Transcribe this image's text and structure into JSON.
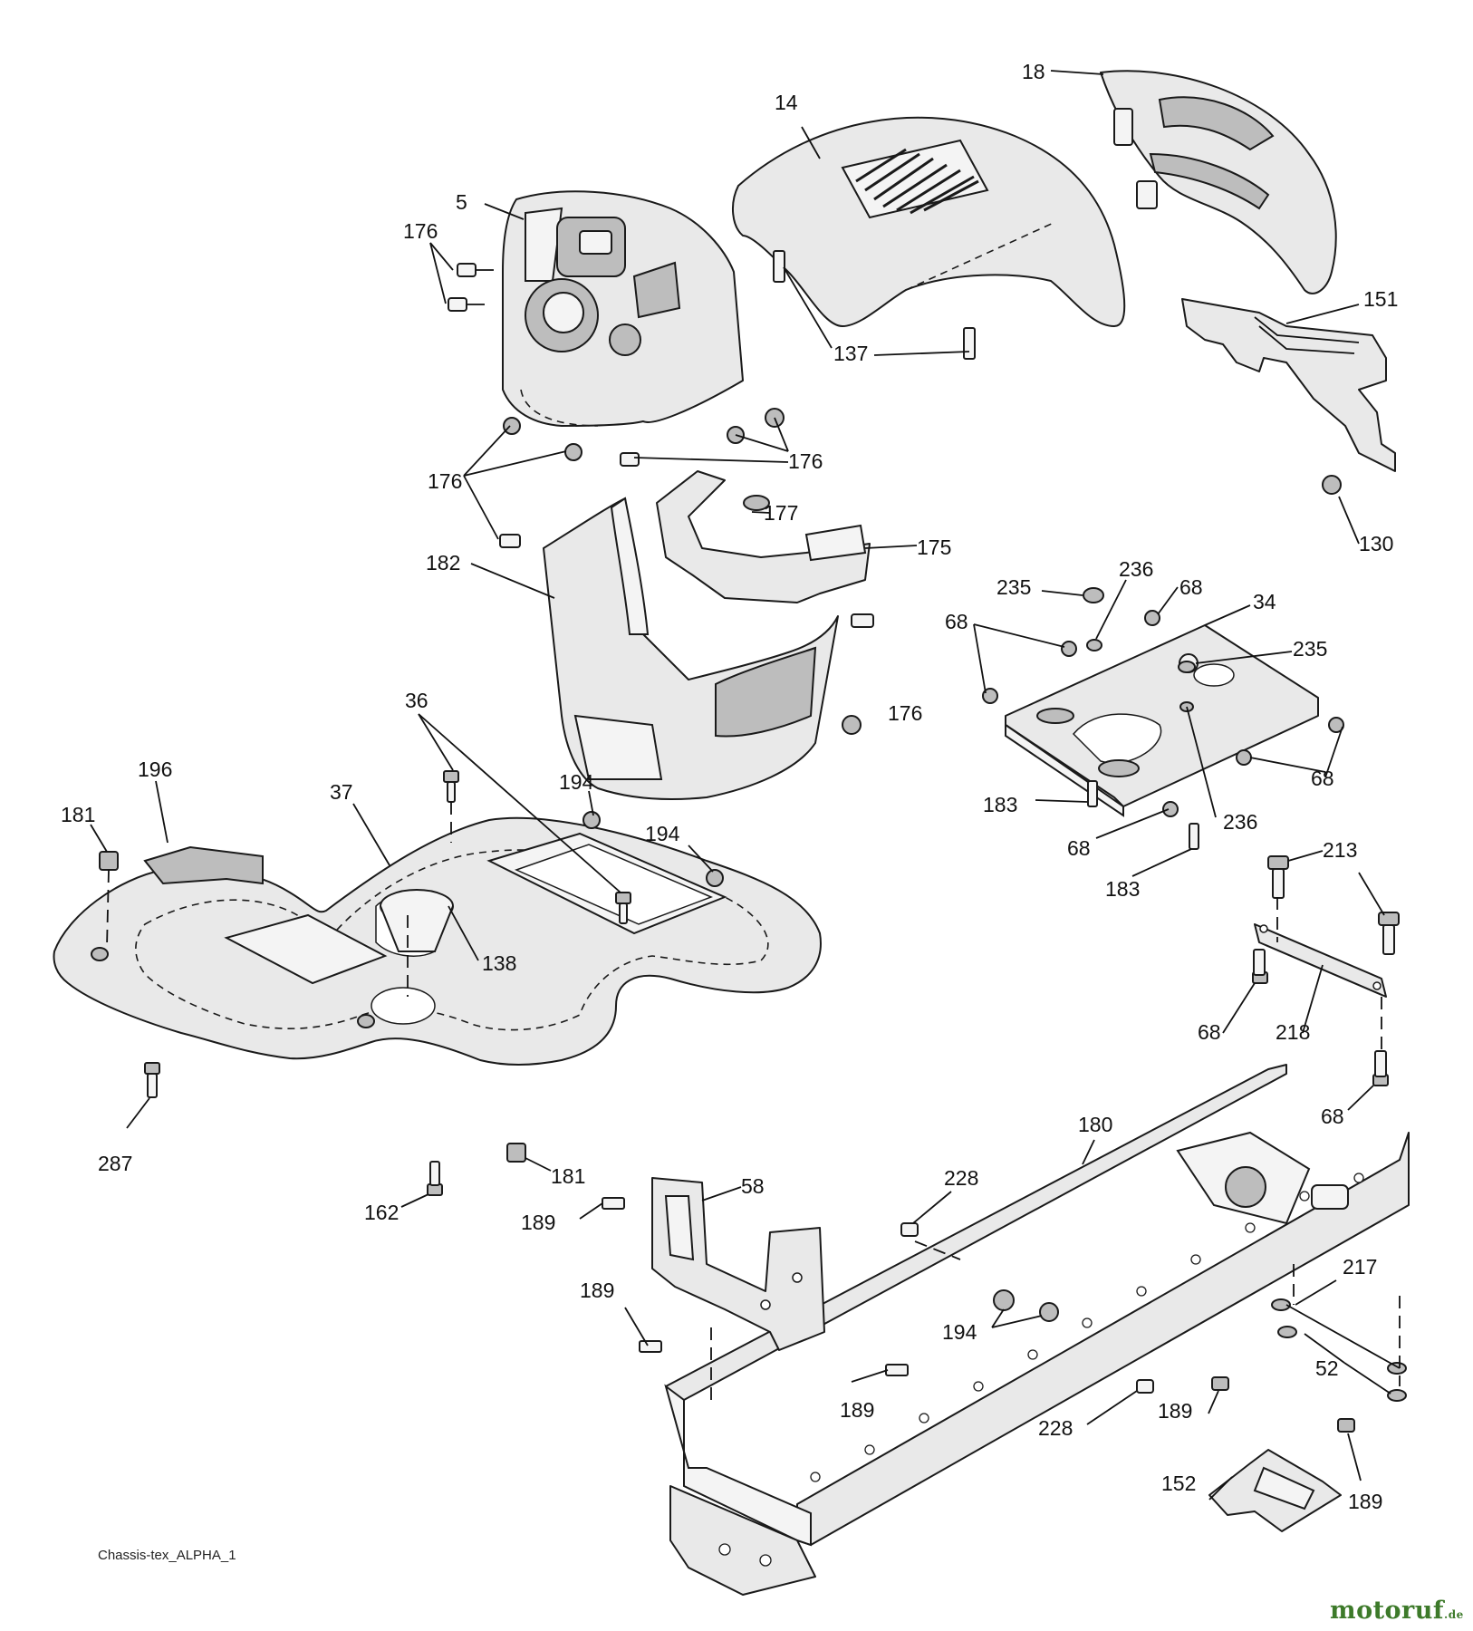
{
  "diagram": {
    "caption": "Chassis-tex_ALPHA_1",
    "watermark": {
      "name": "motoruf",
      "tld": ".de",
      "color": "#3d7a2a"
    },
    "callouts": [
      {
        "id": "c-18",
        "label": "18"
      },
      {
        "id": "c-14",
        "label": "14"
      },
      {
        "id": "c-5",
        "label": "5"
      },
      {
        "id": "c-176-a",
        "label": "176"
      },
      {
        "id": "c-137",
        "label": "137"
      },
      {
        "id": "c-151",
        "label": "151"
      },
      {
        "id": "c-176-b",
        "label": "176"
      },
      {
        "id": "c-176-c",
        "label": "176"
      },
      {
        "id": "c-177",
        "label": "177"
      },
      {
        "id": "c-130",
        "label": "130"
      },
      {
        "id": "c-182",
        "label": "182"
      },
      {
        "id": "c-175",
        "label": "175"
      },
      {
        "id": "c-235-a",
        "label": "235"
      },
      {
        "id": "c-236-a",
        "label": "236"
      },
      {
        "id": "c-68-a",
        "label": "68"
      },
      {
        "id": "c-34",
        "label": "34"
      },
      {
        "id": "c-68-b",
        "label": "68"
      },
      {
        "id": "c-235-b",
        "label": "235"
      },
      {
        "id": "c-176-d",
        "label": "176"
      },
      {
        "id": "c-36",
        "label": "36"
      },
      {
        "id": "c-68-c",
        "label": "68"
      },
      {
        "id": "c-196",
        "label": "196"
      },
      {
        "id": "c-37",
        "label": "37"
      },
      {
        "id": "c-194-a",
        "label": "194"
      },
      {
        "id": "c-183-a",
        "label": "183"
      },
      {
        "id": "c-236-b",
        "label": "236"
      },
      {
        "id": "c-181-a",
        "label": "181"
      },
      {
        "id": "c-194-b",
        "label": "194"
      },
      {
        "id": "c-68-d",
        "label": "68"
      },
      {
        "id": "c-213",
        "label": "213"
      },
      {
        "id": "c-183-b",
        "label": "183"
      },
      {
        "id": "c-138",
        "label": "138"
      },
      {
        "id": "c-68-e",
        "label": "68"
      },
      {
        "id": "c-218",
        "label": "218"
      },
      {
        "id": "c-68-f",
        "label": "68"
      },
      {
        "id": "c-180",
        "label": "180"
      },
      {
        "id": "c-287",
        "label": "287"
      },
      {
        "id": "c-181-b",
        "label": "181"
      },
      {
        "id": "c-228-a",
        "label": "228"
      },
      {
        "id": "c-58",
        "label": "58"
      },
      {
        "id": "c-162",
        "label": "162"
      },
      {
        "id": "c-189-a",
        "label": "189"
      },
      {
        "id": "c-217",
        "label": "217"
      },
      {
        "id": "c-189-b",
        "label": "189"
      },
      {
        "id": "c-194-c",
        "label": "194"
      },
      {
        "id": "c-52",
        "label": "52"
      },
      {
        "id": "c-189-c",
        "label": "189"
      },
      {
        "id": "c-228-b",
        "label": "228"
      },
      {
        "id": "c-189-d",
        "label": "189"
      },
      {
        "id": "c-152",
        "label": "152"
      },
      {
        "id": "c-189-e",
        "label": "189"
      }
    ]
  }
}
